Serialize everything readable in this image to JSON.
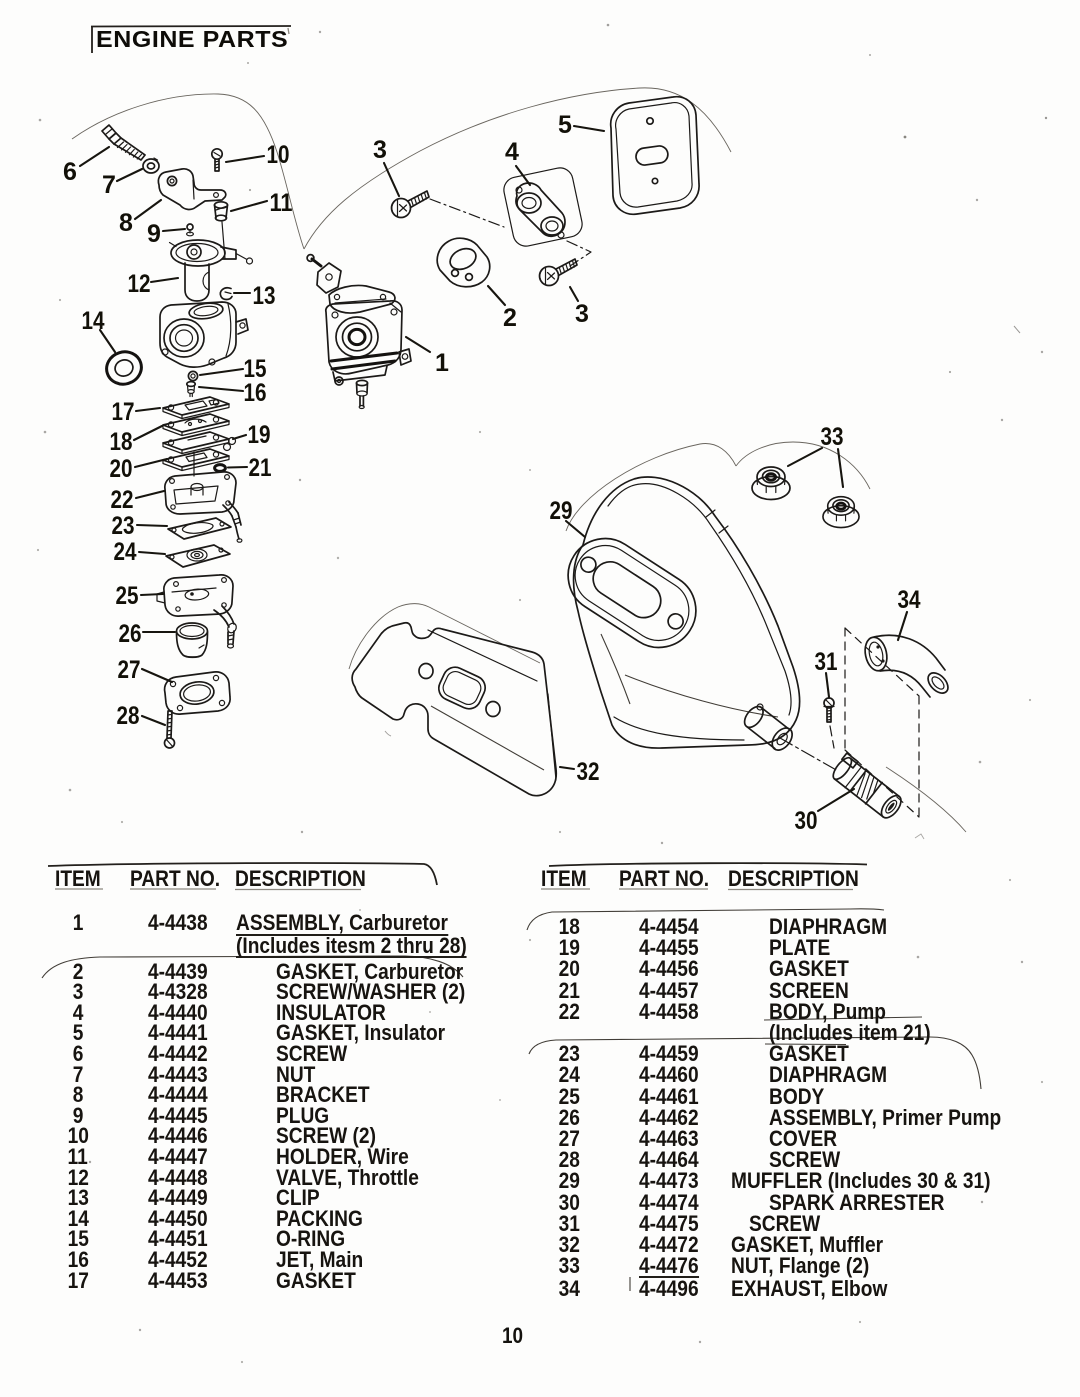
{
  "page": {
    "title": "ENGINE PARTS",
    "page_number": "10",
    "ink_color": "#1c1a18",
    "paper_color": "#fdfdfc"
  },
  "diagram": {
    "description": "Exploded parts diagram of carburetor and muffler assembly",
    "callouts": {
      "c1": "1",
      "c2": "2",
      "c3a": "3",
      "c3b": "3",
      "c4": "4",
      "c5": "5",
      "c6": "6",
      "c7": "7",
      "c8": "8",
      "c9": "9",
      "c10": "10",
      "c11": "11",
      "c12": "12",
      "c13": "13",
      "c14": "14",
      "c15": "15",
      "c16": "16",
      "c17": "17",
      "c18": "18",
      "c19": "19",
      "c20": "20",
      "c21": "21",
      "c22": "22",
      "c23": "23",
      "c24": "24",
      "c25": "25",
      "c26": "26",
      "c27": "27",
      "c28": "28",
      "c29": "29",
      "c30": "30",
      "c31": "31",
      "c32": "32",
      "c33": "33",
      "c34": "34"
    }
  },
  "table": {
    "headers": {
      "item": "ITEM",
      "part": "PART NO.",
      "desc": "DESCRIPTION"
    },
    "left": [
      {
        "item": "1",
        "part": "4-4438",
        "desc": "ASSEMBLY, Carburetor",
        "desc2": "(Includes itesm 2 thru 28)"
      },
      {
        "item": "2",
        "part": "4-4439",
        "desc": "GASKET, Carburetor"
      },
      {
        "item": "3",
        "part": "4-4328",
        "desc": "SCREW/WASHER (2)"
      },
      {
        "item": "4",
        "part": "4-4440",
        "desc": "INSULATOR"
      },
      {
        "item": "5",
        "part": "4-4441",
        "desc": "GASKET, Insulator"
      },
      {
        "item": "6",
        "part": "4-4442",
        "desc": "SCREW"
      },
      {
        "item": "7",
        "part": "4-4443",
        "desc": "NUT"
      },
      {
        "item": "8",
        "part": "4-4444",
        "desc": "BRACKET"
      },
      {
        "item": "9",
        "part": "4-4445",
        "desc": "PLUG"
      },
      {
        "item": "10",
        "part": "4-4446",
        "desc": "SCREW (2)"
      },
      {
        "item": "11",
        "part": "4-4447",
        "desc": "HOLDER, Wire"
      },
      {
        "item": "12",
        "part": "4-4448",
        "desc": "VALVE, Throttle"
      },
      {
        "item": "13",
        "part": "4-4449",
        "desc": "CLIP"
      },
      {
        "item": "14",
        "part": "4-4450",
        "desc": "PACKING"
      },
      {
        "item": "15",
        "part": "4-4451",
        "desc": "O-RING"
      },
      {
        "item": "16",
        "part": "4-4452",
        "desc": "JET, Main"
      },
      {
        "item": "17",
        "part": "4-4453",
        "desc": "GASKET"
      }
    ],
    "right": [
      {
        "item": "18",
        "part": "4-4454",
        "desc": "DIAPHRAGM"
      },
      {
        "item": "19",
        "part": "4-4455",
        "desc": "PLATE"
      },
      {
        "item": "20",
        "part": "4-4456",
        "desc": "GASKET"
      },
      {
        "item": "21",
        "part": "4-4457",
        "desc": "SCREEN"
      },
      {
        "item": "22",
        "part": "4-4458",
        "desc": "BODY, Pump",
        "desc2": "(Includes item 21)"
      },
      {
        "item": "23",
        "part": "4-4459",
        "desc": "GASKET"
      },
      {
        "item": "24",
        "part": "4-4460",
        "desc": "DIAPHRAGM"
      },
      {
        "item": "25",
        "part": "4-4461",
        "desc": "BODY"
      },
      {
        "item": "26",
        "part": "4-4462",
        "desc": "ASSEMBLY, Primer Pump"
      },
      {
        "item": "27",
        "part": "4-4463",
        "desc": "COVER"
      },
      {
        "item": "28",
        "part": "4-4464",
        "desc": "SCREW"
      },
      {
        "item": "29",
        "part": "4-4473",
        "desc": "MUFFLER (Includes 30 & 31)"
      },
      {
        "item": "30",
        "part": "4-4474",
        "desc": "SPARK ARRESTER"
      },
      {
        "item": "31",
        "part": "4-4475",
        "desc": "SCREW"
      },
      {
        "item": "32",
        "part": "4-4472",
        "desc": "GASKET, Muffler"
      },
      {
        "item": "33",
        "part": "4-4476",
        "desc": "NUT, Flange (2)"
      },
      {
        "item": "34",
        "part": "4-4496",
        "desc": "EXHAUST, Elbow"
      }
    ]
  }
}
